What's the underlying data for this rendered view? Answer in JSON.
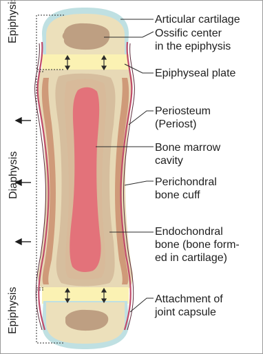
{
  "labels": {
    "articular_cartilage": "Articular cartilage",
    "ossific_center": [
      "Ossific center",
      "in the epiphysis"
    ],
    "epiphyseal_plate": "Epiphyseal plate",
    "periosteum": [
      "Periosteum",
      "(Periost)"
    ],
    "bone_marrow_cavity": [
      "Bone marrow",
      "cavity"
    ],
    "perichondral_bone_cuff": [
      "Perichondral",
      "bone cuff"
    ],
    "endochondral_bone": [
      "Endochondral",
      "bone (bone form-",
      "ed in cartilage)"
    ],
    "attachment_joint_capsule": [
      "Attachment of",
      "joint capsule"
    ]
  },
  "regions": {
    "epiphysis_top": "Epiphysis",
    "diaphysis": "Diaphysis",
    "epiphysis_bottom": "Epiphysis"
  },
  "colors": {
    "articular_cartilage": "#bfe0e2",
    "epiphysis_bone": "#ece0bb",
    "ossific_center": "#b9987c",
    "epiphyseal_plate": "#fbf2b3",
    "diaphysis_bone": "#e7d9b6",
    "endochondral_texture": "#c9a78b",
    "marrow_cavity": "#e3727a",
    "periosteum": "#c04a6a",
    "bone_cuff": "#c98a6a",
    "leader_line": "#2a2a2a"
  }
}
